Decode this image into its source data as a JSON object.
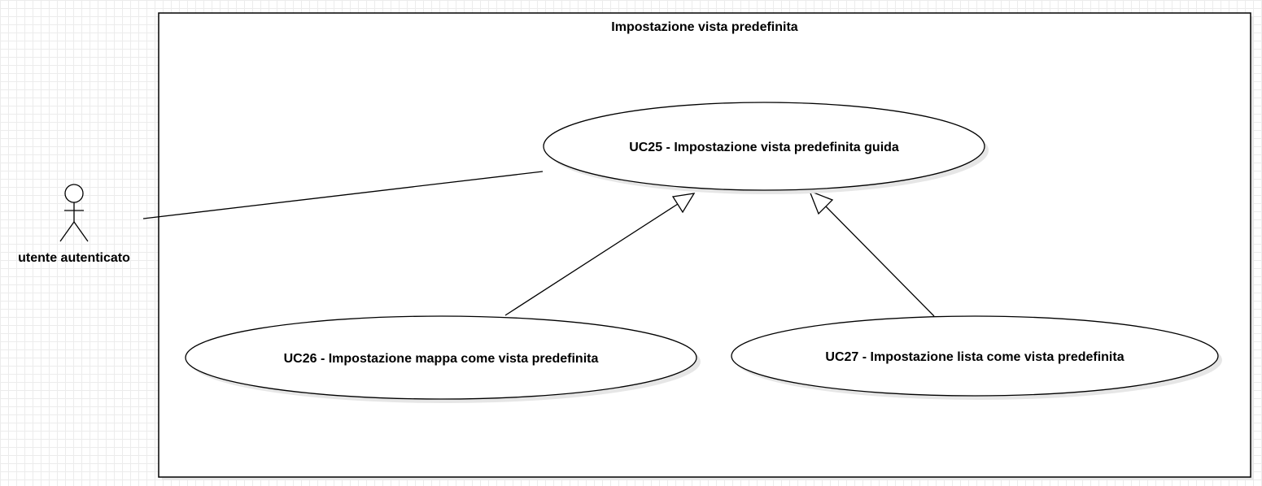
{
  "system": {
    "title": "Impostazione vista predefinita"
  },
  "actor": {
    "label": "utente autenticato",
    "icon": "stick-figure-icon"
  },
  "use_cases": {
    "uc25": {
      "label": "UC25 - Impostazione vista predefinita guida"
    },
    "uc26": {
      "label": "UC26 - Impostazione mappa come vista predefinita"
    },
    "uc27": {
      "label": "UC27 - Impostazione lista come vista predefinita"
    }
  },
  "relationships": [
    {
      "type": "association",
      "from": "actor",
      "to": "uc25"
    },
    {
      "type": "generalization",
      "from": "uc26",
      "to": "uc25"
    },
    {
      "type": "generalization",
      "from": "uc27",
      "to": "uc25"
    }
  ],
  "colors": {
    "stroke": "#000000",
    "fill": "#ffffff",
    "shadow": "#e6e6e6",
    "grid": "#ececec"
  }
}
